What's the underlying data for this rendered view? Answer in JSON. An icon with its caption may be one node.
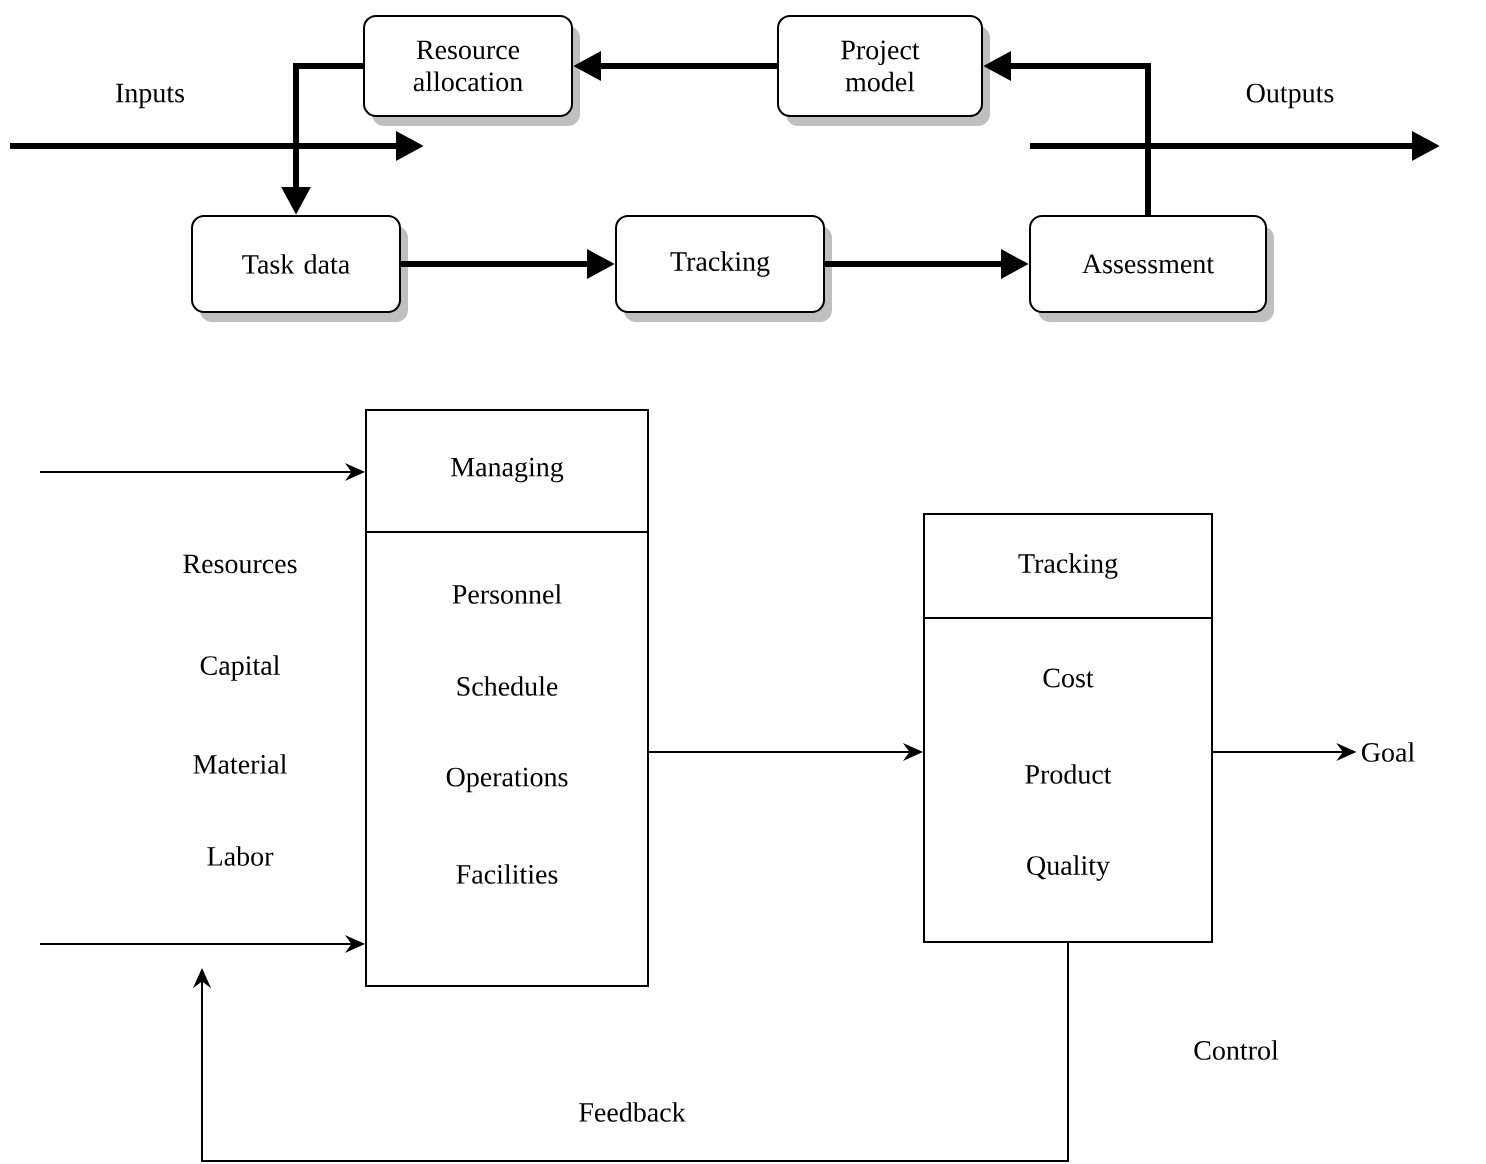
{
  "diagram": {
    "nodes": [
      {
        "text": [
          "Resource allocation"
        ]
      },
      {
        "text": [
          "Project model"
        ]
      },
      {
        "text": [
          "Task data"
        ]
      },
      {
        "text": [
          "Tracking"
        ]
      },
      {
        "text": [
          "Assessment"
        ]
      },
      {
        "text": [
          "Managing",
          "Personnel",
          "Schedule",
          "Operations",
          "Facilities"
        ]
      },
      {
        "text": [
          "Tracking",
          "Cost",
          "Product",
          "Quality"
        ]
      },
      {
        "text": [
          "Goal"
        ]
      }
    ],
    "edges": [
      {
        "from": 1,
        "to": 0,
        "arrow": "to",
        "style": "thick"
      },
      {
        "from": 0,
        "to": 2,
        "arrow": "to",
        "style": "thick"
      },
      {
        "from": 2,
        "to": 3,
        "arrow": "to",
        "style": "thick"
      },
      {
        "from": 3,
        "to": 4,
        "arrow": "to",
        "style": "thick"
      },
      {
        "from": 4,
        "to": 1,
        "arrow": "to",
        "style": "thick"
      },
      {
        "from": null,
        "to": 5,
        "arrow": "to"
      },
      {
        "from": null,
        "to": 5,
        "arrow": "to"
      },
      {
        "from": 5,
        "to": 6,
        "arrow": "to"
      },
      {
        "from": 6,
        "to": 7,
        "arrow": "to"
      },
      {
        "from": 6,
        "to": null,
        "arrow": "to",
        "label": "Feedback"
      }
    ],
    "labels": [
      "Inputs",
      "Outputs",
      "Resources",
      "Capital",
      "Material",
      "Labor",
      "Control"
    ]
  }
}
